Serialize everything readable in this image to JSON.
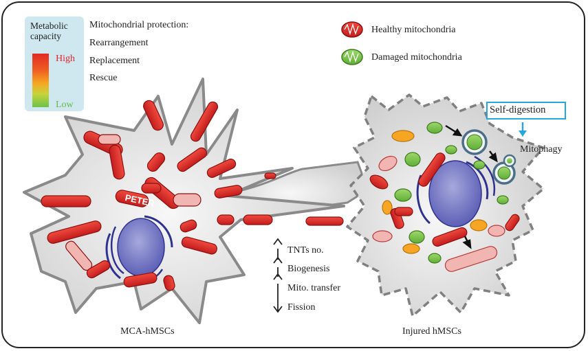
{
  "metabolic_scale": {
    "title": "Metabolic capacity",
    "high_label": "High",
    "low_label": "Low",
    "colors": {
      "high": "#e32b24",
      "mid": "#f6a623",
      "low": "#6cc24a"
    }
  },
  "protection_list": {
    "heading": "Mitochondrial protection:",
    "items": [
      "Rearrangement",
      "Replacement",
      "Rescue"
    ]
  },
  "legend": {
    "healthy": "Healthy mitochondria",
    "damaged": "Damaged mitochondria"
  },
  "effects": [
    {
      "arrow": "up",
      "label": "TNTs no."
    },
    {
      "arrow": "up",
      "label": "Biogenesis"
    },
    {
      "arrow": "up",
      "label": "Mito. transfer"
    },
    {
      "arrow": "down",
      "label": "Fission"
    }
  ],
  "injured_cell": {
    "self_digestion": "Self-digestion",
    "mitophagy": "Mitophagy"
  },
  "cell_labels": {
    "left": "MCA-hMSCs",
    "right": "Injured hMSCs"
  },
  "mito_tag": "PETER"
}
